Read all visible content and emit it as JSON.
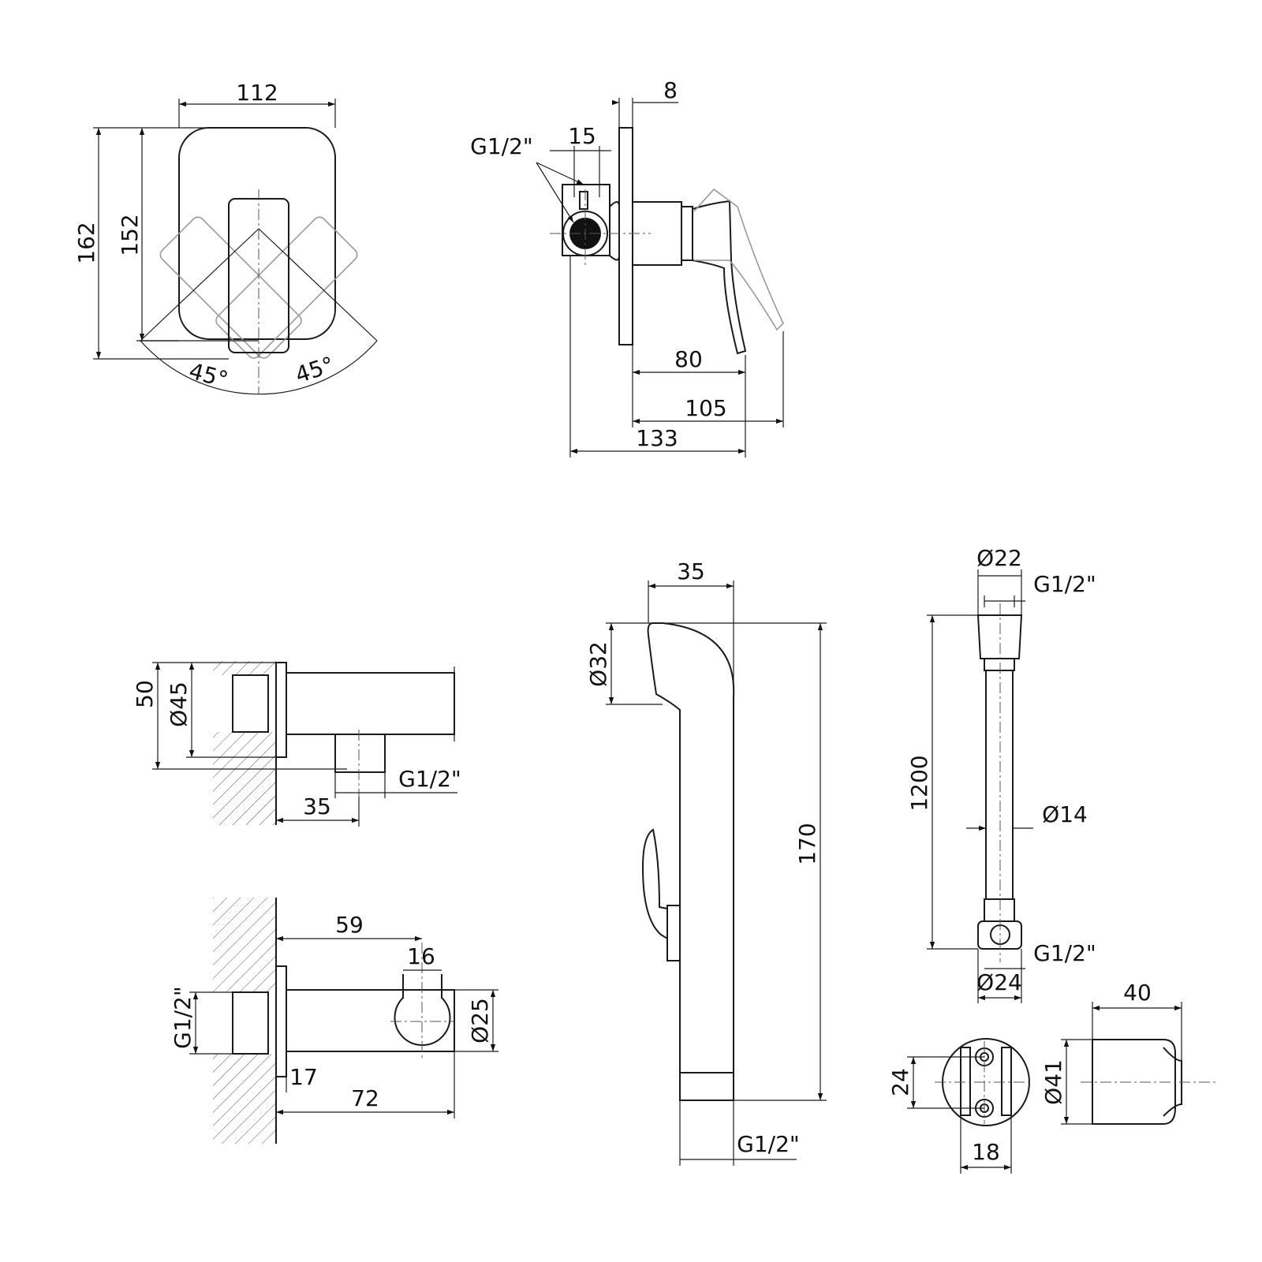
{
  "dimensions": {
    "mixer_front": {
      "width": "112",
      "height_outer": "162",
      "height_inner": "152",
      "angle_left": "45°",
      "angle_right": "45°"
    },
    "mixer_side": {
      "plate_thickness": "8",
      "connector_width": "15",
      "thread": "G1/2\"",
      "depth_lever": "80",
      "depth_lever_rotated": "105",
      "depth_total": "133"
    },
    "wall_outlet_side": {
      "height": "50",
      "diameter": "Ø45",
      "offset": "35",
      "thread": "G1/2\""
    },
    "wall_outlet_top": {
      "length_to_holder": "59",
      "holder_width": "16",
      "holder_diameter": "Ø25",
      "plate_thickness": "17",
      "length_total": "72",
      "thread": "G1/2\""
    },
    "hand_shower": {
      "head_width": "35",
      "head_diameter": "Ø32",
      "length": "170",
      "thread": "G1/2\""
    },
    "hose": {
      "nut_diameter_top": "Ø22",
      "thread_top": "G1/2\"",
      "length": "1200",
      "hose_diameter": "Ø14",
      "thread_bottom": "G1/2\"",
      "nut_diameter_bottom": "Ø24"
    },
    "holder": {
      "hole_spacing": "24",
      "slot_width": "18",
      "diameter": "Ø41",
      "depth": "40"
    }
  }
}
